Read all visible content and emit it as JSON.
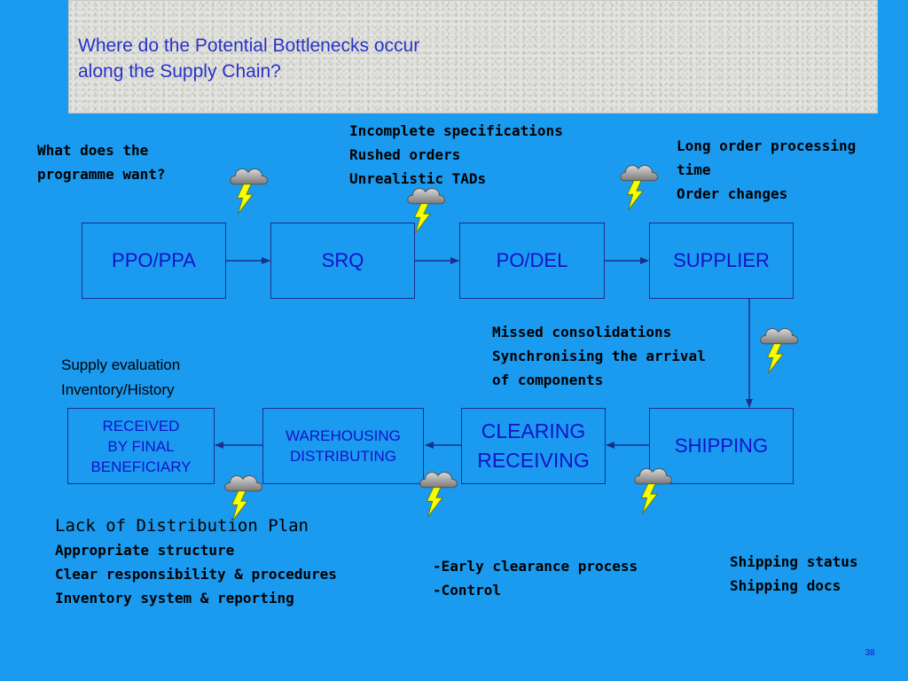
{
  "slide": {
    "title_lines": [
      "Where do the Potential Bottlenecks occur",
      "along the Supply Chain?"
    ],
    "page_number": "38",
    "colors": {
      "background": "#1a9bf0",
      "title_panel": "#e3e3df",
      "title_text": "#2832c8",
      "box_border": "#1a2f8a",
      "box_text": "#1512c8",
      "arrow": "#1a2f8a",
      "cloud": "#9a9a9a",
      "lightning": "#f5ff00"
    }
  },
  "flow_top": [
    {
      "label": "PPO/PPA"
    },
    {
      "label": "SRQ"
    },
    {
      "label": "PO/DEL"
    },
    {
      "label": "SUPPLIER"
    }
  ],
  "flow_bottom": [
    {
      "lines": [
        "RECEIVED",
        "BY FINAL",
        "BENEFICIARY"
      ]
    },
    {
      "lines": [
        "WAREHOUSING",
        "DISTRIBUTING"
      ]
    },
    {
      "lines": [
        "CLEARING",
        "RECEIVING"
      ]
    },
    {
      "lines": [
        "SHIPPING"
      ]
    }
  ],
  "notes": {
    "ppo": [
      "What does the",
      "programme want?"
    ],
    "srq": [
      "Incomplete specifications",
      "Rushed orders",
      "Unrealistic TADs"
    ],
    "supplier": [
      "Long order processing",
      "time",
      "Order changes"
    ],
    "shipping_transit": [
      "Missed consolidations",
      "Synchronising the arrival",
      "of components"
    ],
    "received": [
      "Supply evaluation",
      "Inventory/History"
    ],
    "distribution": [
      "Lack of Distribution Plan",
      "Appropriate structure",
      "Clear responsibility & procedures",
      "Inventory system & reporting"
    ],
    "clearing": [
      "-Early clearance process",
      "-Control"
    ],
    "shipping": [
      "Shipping status",
      "Shipping docs"
    ]
  },
  "icons": {
    "bottleneck": "storm-cloud-lightning-icon",
    "flow": "arrow-icon"
  }
}
